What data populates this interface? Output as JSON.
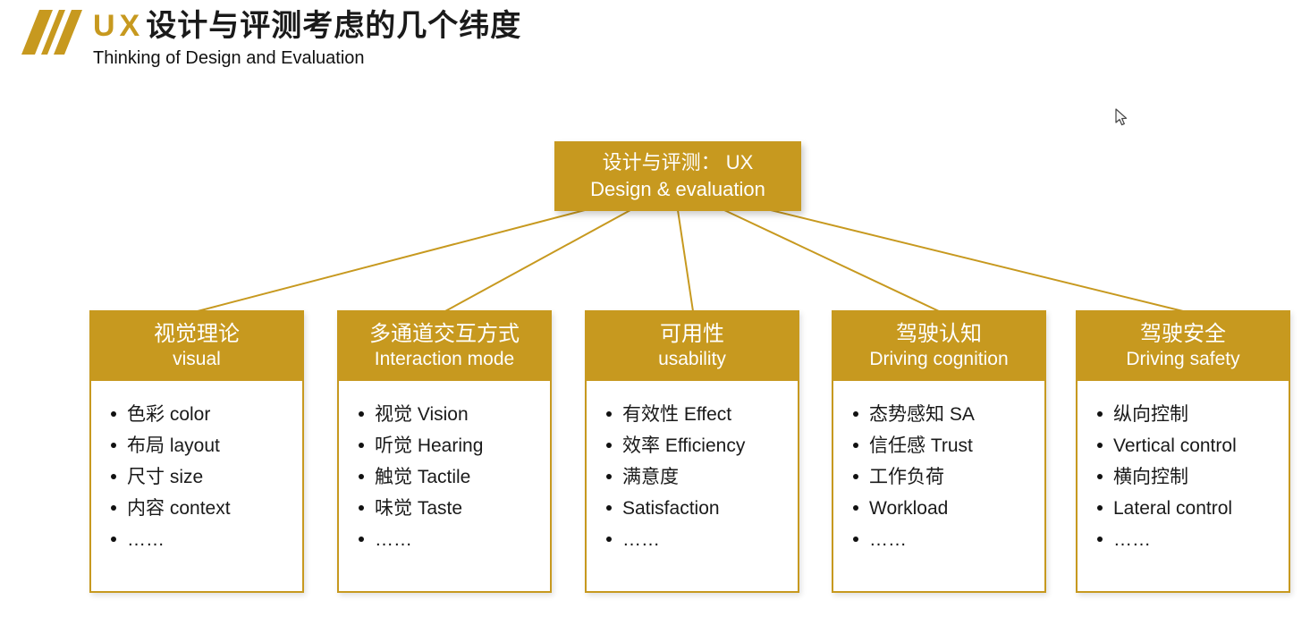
{
  "colors": {
    "accent": "#C7991F"
  },
  "header": {
    "title_highlight": "UX",
    "title": "设计与评测考虑的几个纬度",
    "subtitle": "Thinking of Design and Evaluation"
  },
  "diagram": {
    "root": {
      "line1": "设计与评测： UX",
      "line2": "Design & evaluation"
    },
    "columns": [
      {
        "title_zh": "视觉理论",
        "title_en": "visual",
        "items": [
          "色彩 color",
          "布局 layout",
          "尺寸 size",
          "内容 context",
          "……"
        ]
      },
      {
        "title_zh": "多通道交互方式",
        "title_en": "Interaction mode",
        "items": [
          "视觉 Vision",
          "听觉 Hearing",
          "触觉 Tactile",
          "味觉 Taste",
          "……"
        ]
      },
      {
        "title_zh": "可用性",
        "title_en": "usability",
        "items": [
          "有效性 Effect",
          "效率 Efficiency",
          "满意度",
          "Satisfaction",
          "……"
        ]
      },
      {
        "title_zh": "驾驶认知",
        "title_en": "Driving cognition",
        "items": [
          "态势感知 SA",
          "信任感 Trust",
          "工作负荷",
          "Workload",
          "……"
        ]
      },
      {
        "title_zh": "驾驶安全",
        "title_en": "Driving safety",
        "items": [
          "纵向控制",
          "Vertical control",
          "横向控制",
          "Lateral control",
          "……"
        ]
      }
    ]
  }
}
